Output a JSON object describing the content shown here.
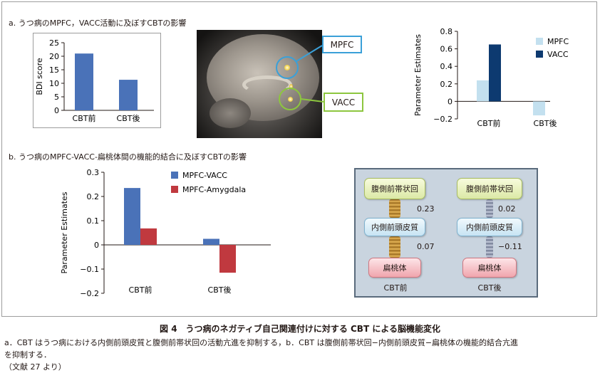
{
  "section_a": {
    "title": "a. うつ病のMPFC，VACC活動に及ぼすCBTの影響"
  },
  "section_b": {
    "title": "b. うつ病のMPFC-VACC-扁桃体間の機能的結合に及ぼすCBTの影響"
  },
  "brain_image": {
    "label_mpfc": "MPFC",
    "label_vacc": "VACC",
    "color_mpfc": "#3aa0d8",
    "color_vacc": "#8dc63f"
  },
  "chart_data": [
    {
      "type": "bar",
      "categories": [
        "CBT前",
        "CBT後"
      ],
      "values": [
        21,
        11.3
      ],
      "ylabel": "BDI score",
      "ylim": [
        0,
        25
      ],
      "yticks": [
        0,
        5,
        10,
        15,
        20,
        25
      ],
      "color": "#4a72b8",
      "grid": false
    },
    {
      "type": "bar",
      "categories": [
        "CBT前",
        "CBT後"
      ],
      "ylabel": "Parameter Estimates",
      "ylim": [
        -0.2,
        0.8
      ],
      "yticks": [
        -0.2,
        0,
        0.2,
        0.4,
        0.6,
        0.8
      ],
      "ytick_labels": [
        "−0.2",
        "0",
        "0.2",
        "0.4",
        "0.6",
        "0.8"
      ],
      "series": [
        {
          "name": "MPFC",
          "values": [
            0.24,
            -0.16
          ],
          "color": "#c3e0ef"
        },
        {
          "name": "VACC",
          "values": [
            0.65,
            0.0
          ],
          "color": "#0d3a70"
        }
      ],
      "legend": "top-right",
      "grid": false
    },
    {
      "type": "bar",
      "categories": [
        "CBT前",
        "CBT後"
      ],
      "ylabel": "Parameter Estimates",
      "ylim": [
        -0.2,
        0.3
      ],
      "yticks": [
        -0.2,
        -0.1,
        0,
        0.1,
        0.2,
        0.3
      ],
      "ytick_labels": [
        "−0.2",
        "−0.1",
        "0",
        "0.1",
        "0.2",
        "0.3"
      ],
      "series": [
        {
          "name": "MPFC-VACC",
          "values": [
            0.235,
            0.025
          ],
          "color": "#4a72b8"
        },
        {
          "name": "MPFC-Amygdala",
          "values": [
            0.068,
            -0.115
          ],
          "color": "#c0393f"
        }
      ],
      "legend": "top-right",
      "grid": false
    }
  ],
  "connectivity_diagram": {
    "columns": [
      {
        "label": "CBT前",
        "node_top": "腹側前帯状回",
        "node_mid": "内側前頭皮質",
        "node_bot": "扁桃体",
        "value_top_mid": "0.23",
        "value_mid_bot": "0.07"
      },
      {
        "label": "CBT後",
        "node_top": "腹側前帯状回",
        "node_mid": "内側前頭皮質",
        "node_bot": "扁桃体",
        "value_top_mid": "0.02",
        "value_mid_bot": "−0.11"
      }
    ]
  },
  "caption": {
    "title": "図 4　うつ病のネガティブ自己関連付けに対する CBT による脳機能変化",
    "line1": "a．CBT はうつ病における内側前頭皮質と腹側前帯状回の活動亢進を抑制する，b．CBT は腹側前帯状回−内側前頭皮質−扁桃体の機能的結合亢進",
    "line2": "を抑制する．",
    "line3": "（文献 27 より）"
  }
}
